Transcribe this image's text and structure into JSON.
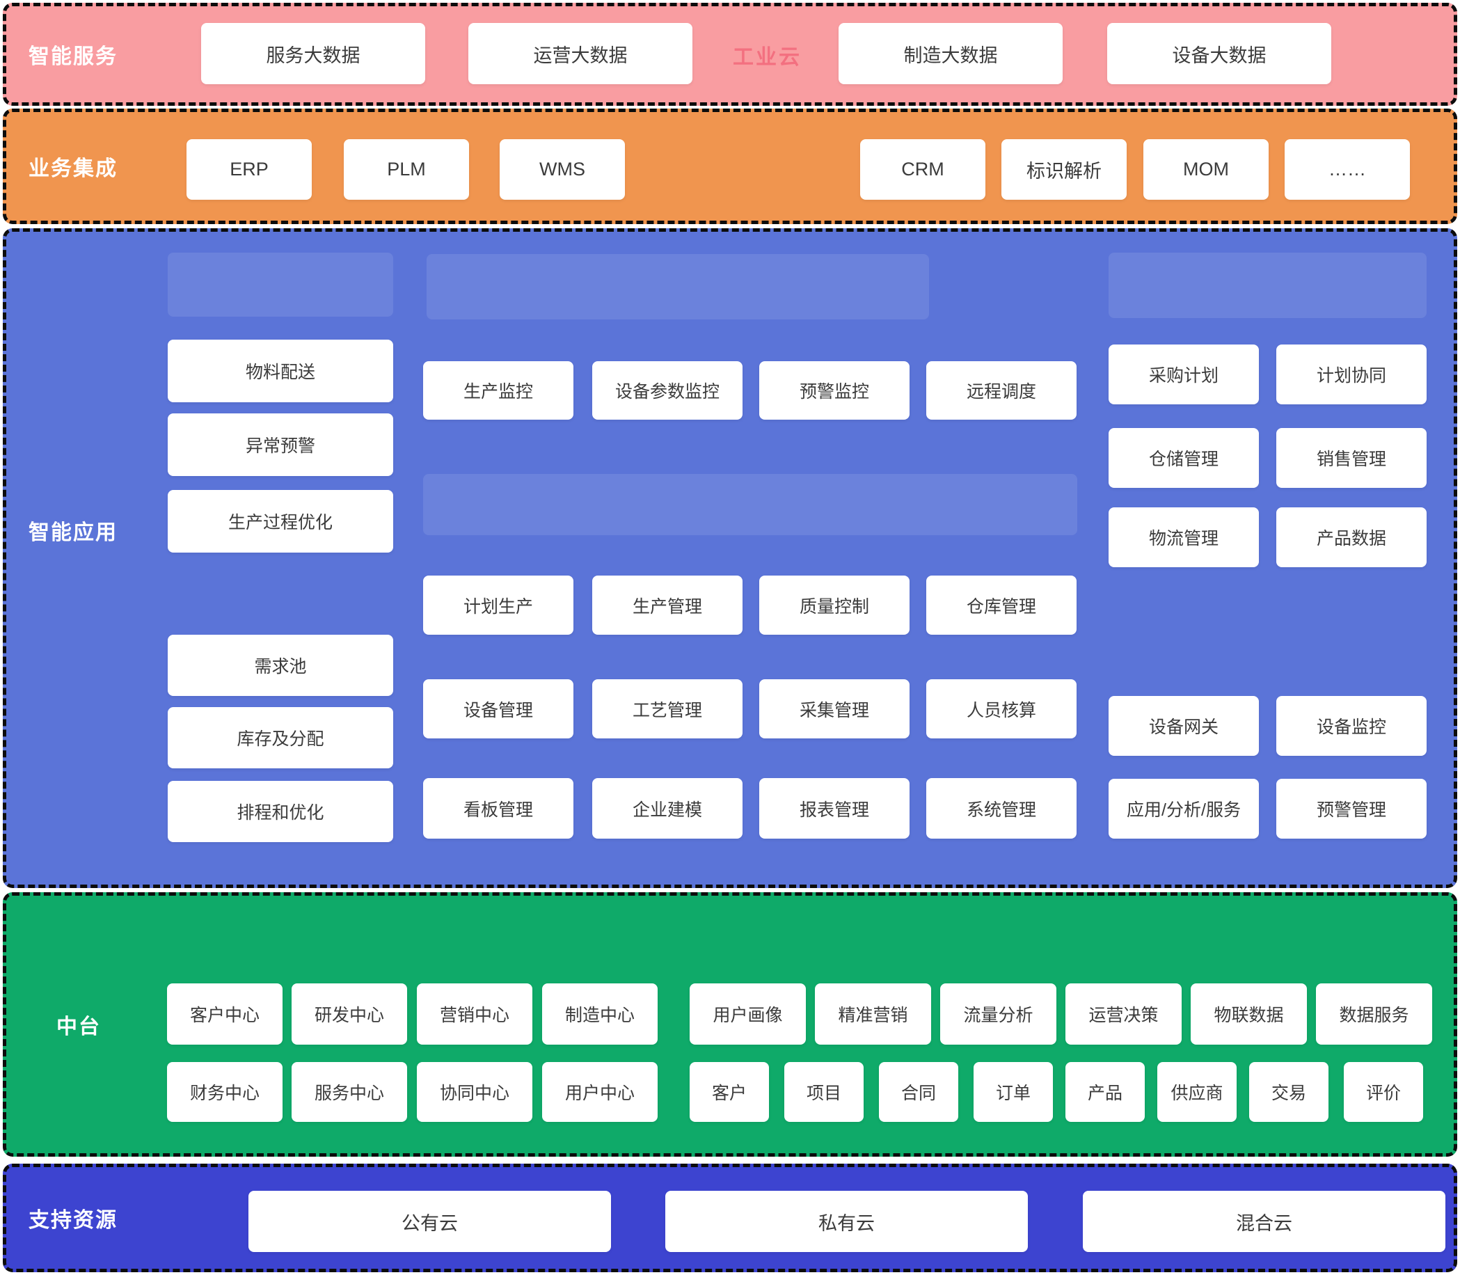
{
  "colors": {
    "services_band": "#F99DA1",
    "integration_band": "#F0954F",
    "applications_band": "#5B74D8",
    "platform_band": "#0FAA69",
    "resources_band": "#3D44D0",
    "border": "#0C0C0C",
    "box_text": "#3B3B3B",
    "watermark_text": "#F2687A"
  },
  "services": {
    "label": "智能服务",
    "watermark": "工业云",
    "boxes": [
      "服务大数据",
      "运营大数据",
      "制造大数据",
      "设备大数据"
    ]
  },
  "integration": {
    "label": "业务集成",
    "boxes": [
      "ERP",
      "PLM",
      "WMS",
      "CRM",
      "标识解析",
      "MOM",
      "……"
    ]
  },
  "applications": {
    "label": "智能应用",
    "left_top": [
      "物料配送",
      "异常预警",
      "生产过程优化"
    ],
    "left_bottom": [
      "需求池",
      "库存及分配",
      "排程和优化"
    ],
    "middle_rows": [
      [
        "生产监控",
        "设备参数监控",
        "预警监控",
        "远程调度"
      ],
      [
        "计划生产",
        "生产管理",
        "质量控制",
        "仓库管理"
      ],
      [
        "设备管理",
        "工艺管理",
        "采集管理",
        "人员核算"
      ],
      [
        "看板管理",
        "企业建模",
        "报表管理",
        "系统管理"
      ]
    ],
    "right_rows": [
      [
        "采购计划",
        "计划协同"
      ],
      [
        "仓储管理",
        "销售管理"
      ],
      [
        "物流管理",
        "产品数据"
      ],
      [
        "设备网关",
        "设备监控"
      ],
      [
        "应用/分析/服务",
        "预警管理"
      ]
    ]
  },
  "platform": {
    "label": "中台",
    "row1": [
      "客户中心",
      "研发中心",
      "营销中心",
      "制造中心",
      "用户画像",
      "精准营销",
      "流量分析",
      "运营决策",
      "物联数据",
      "数据服务"
    ],
    "row2": [
      "财务中心",
      "服务中心",
      "协同中心",
      "用户中心",
      "客户",
      "项目",
      "合同",
      "订单",
      "产品",
      "供应商",
      "交易",
      "评价"
    ]
  },
  "resources": {
    "label": "支持资源",
    "boxes": [
      "公有云",
      "私有云",
      "混合云"
    ]
  }
}
